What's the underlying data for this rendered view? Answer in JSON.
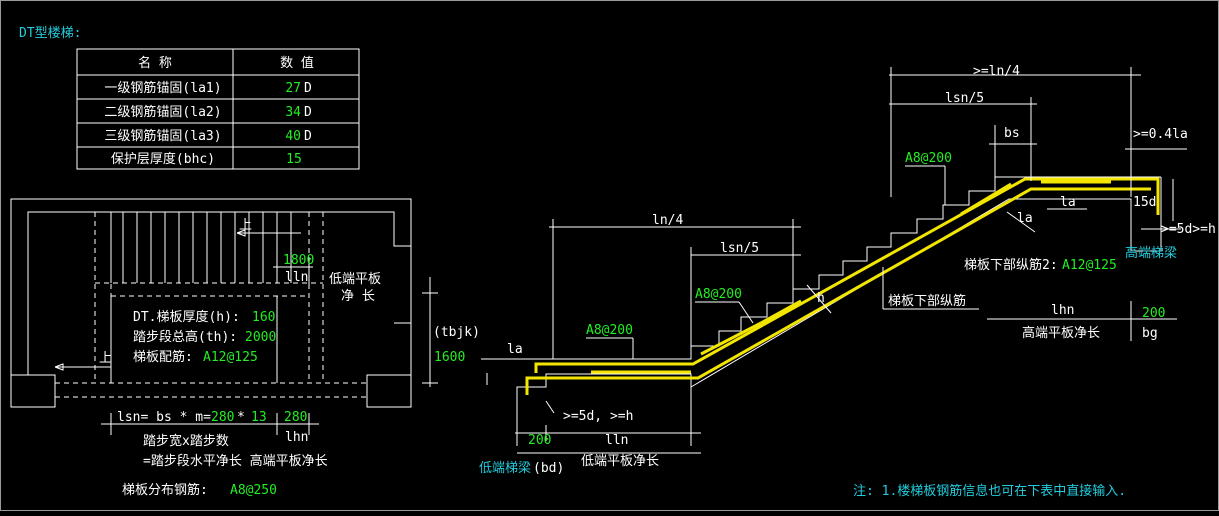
{
  "title": "DT型楼梯:",
  "table": {
    "headers": [
      "名  称",
      "数  值"
    ],
    "rows": [
      {
        "name": "一级钢筋锚固(la1)",
        "value": "27",
        "unit": "D"
      },
      {
        "name": "二级钢筋锚固(la2)",
        "value": "34",
        "unit": "D"
      },
      {
        "name": "三级钢筋锚固(la3)",
        "value": "40",
        "unit": "D"
      },
      {
        "name": "保护层厚度(bhc)",
        "value": "15",
        "unit": ""
      }
    ]
  },
  "plan": {
    "up1": "上",
    "up2": "上",
    "val_1800": "1800",
    "lln": "lln",
    "low_platform_1": "低端平板",
    "low_platform_2": "净  长",
    "thickness_label": "DT.梯板厚度(h):",
    "thickness_value": "160",
    "height_label": "踏步段总高(th):",
    "height_value": "2000",
    "rebar_label": "梯板配筋:",
    "rebar_value": "A12@125",
    "tbjk": "(tbjk)",
    "val_1600": "1600",
    "lsn_prefix": "lsn= bs * m=",
    "lsn_bs": "280",
    "lsn_star": "*",
    "lsn_m": "13",
    "val_280": "280",
    "lhn": "lhn",
    "note1": "踏步宽x踏步数",
    "note2": "=踏步段水平净长 高端平板净长",
    "dist_label": "梯板分布钢筋:",
    "dist_value": "A8@250"
  },
  "section": {
    "ln4_top": ">=ln/4",
    "lsn5_top": "lsn/5",
    "bs": "bs",
    "ge04la": ">=0.4la",
    "a8_top": "A8@200",
    "la_1": "la",
    "la_2": "la",
    "d15": "15d",
    "ge5dh_right": ">=5d>=h",
    "high_beam": "高端梯梁",
    "lower_long2": "梯板下部纵筋2:",
    "lower_long2_value": "A12@125",
    "ln4_mid": "ln/4",
    "lsn5_mid": "lsn/5",
    "a8_mid": "A8@200",
    "h": "h",
    "lower_long": "梯板下部纵筋",
    "lhn": "lhn",
    "val_200_right": "200",
    "high_platform": "高端平板净长",
    "bg": "bg",
    "a8_left": "A8@200",
    "la_left": "la",
    "ge5dh_left": ">=5d, >=h",
    "val_200_left": "200",
    "lln": "lln",
    "low_beam": "低端梯梁",
    "bd": "(bd)",
    "low_platform": "低端平板净长"
  },
  "note": "注: 1.楼梯板钢筋信息也可在下表中直接输入."
}
